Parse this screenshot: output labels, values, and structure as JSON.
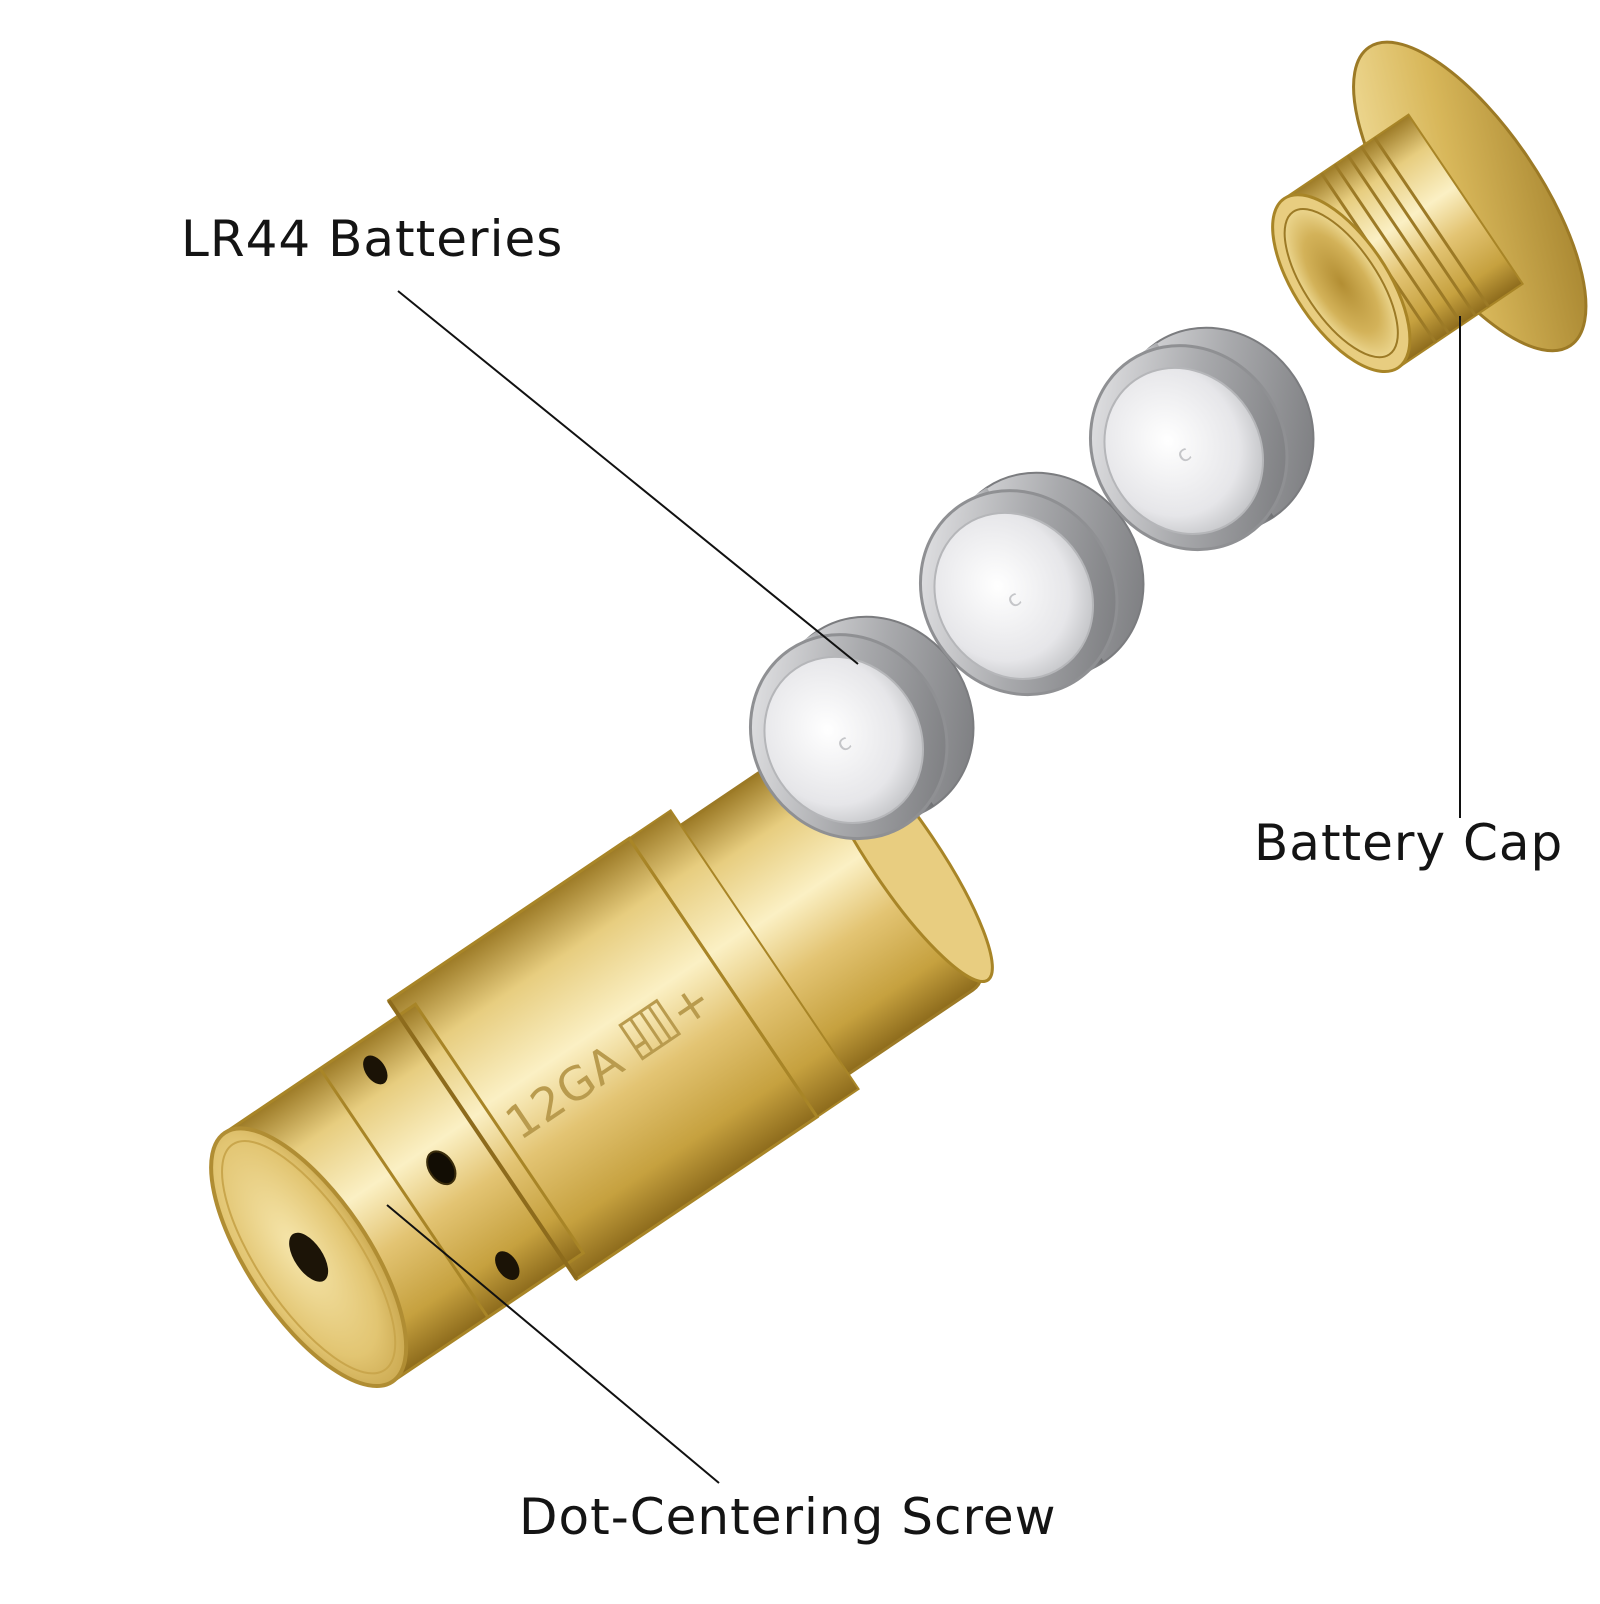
{
  "callouts": {
    "batteries": "LR44 Batteries",
    "battery_cap": "Battery Cap",
    "dot_centering_screw": "Dot-Centering Screw"
  },
  "engraving": {
    "text": "12GA -",
    "suffix": "+"
  },
  "colors": {
    "brass_light": "#f3e2a3",
    "brass_mid": "#d8b75a",
    "brass_dark": "#9c7a26",
    "silver_light": "#eeeef0",
    "silver_dark": "#8f9093",
    "leader_line": "#111111",
    "background": "#ffffff"
  }
}
